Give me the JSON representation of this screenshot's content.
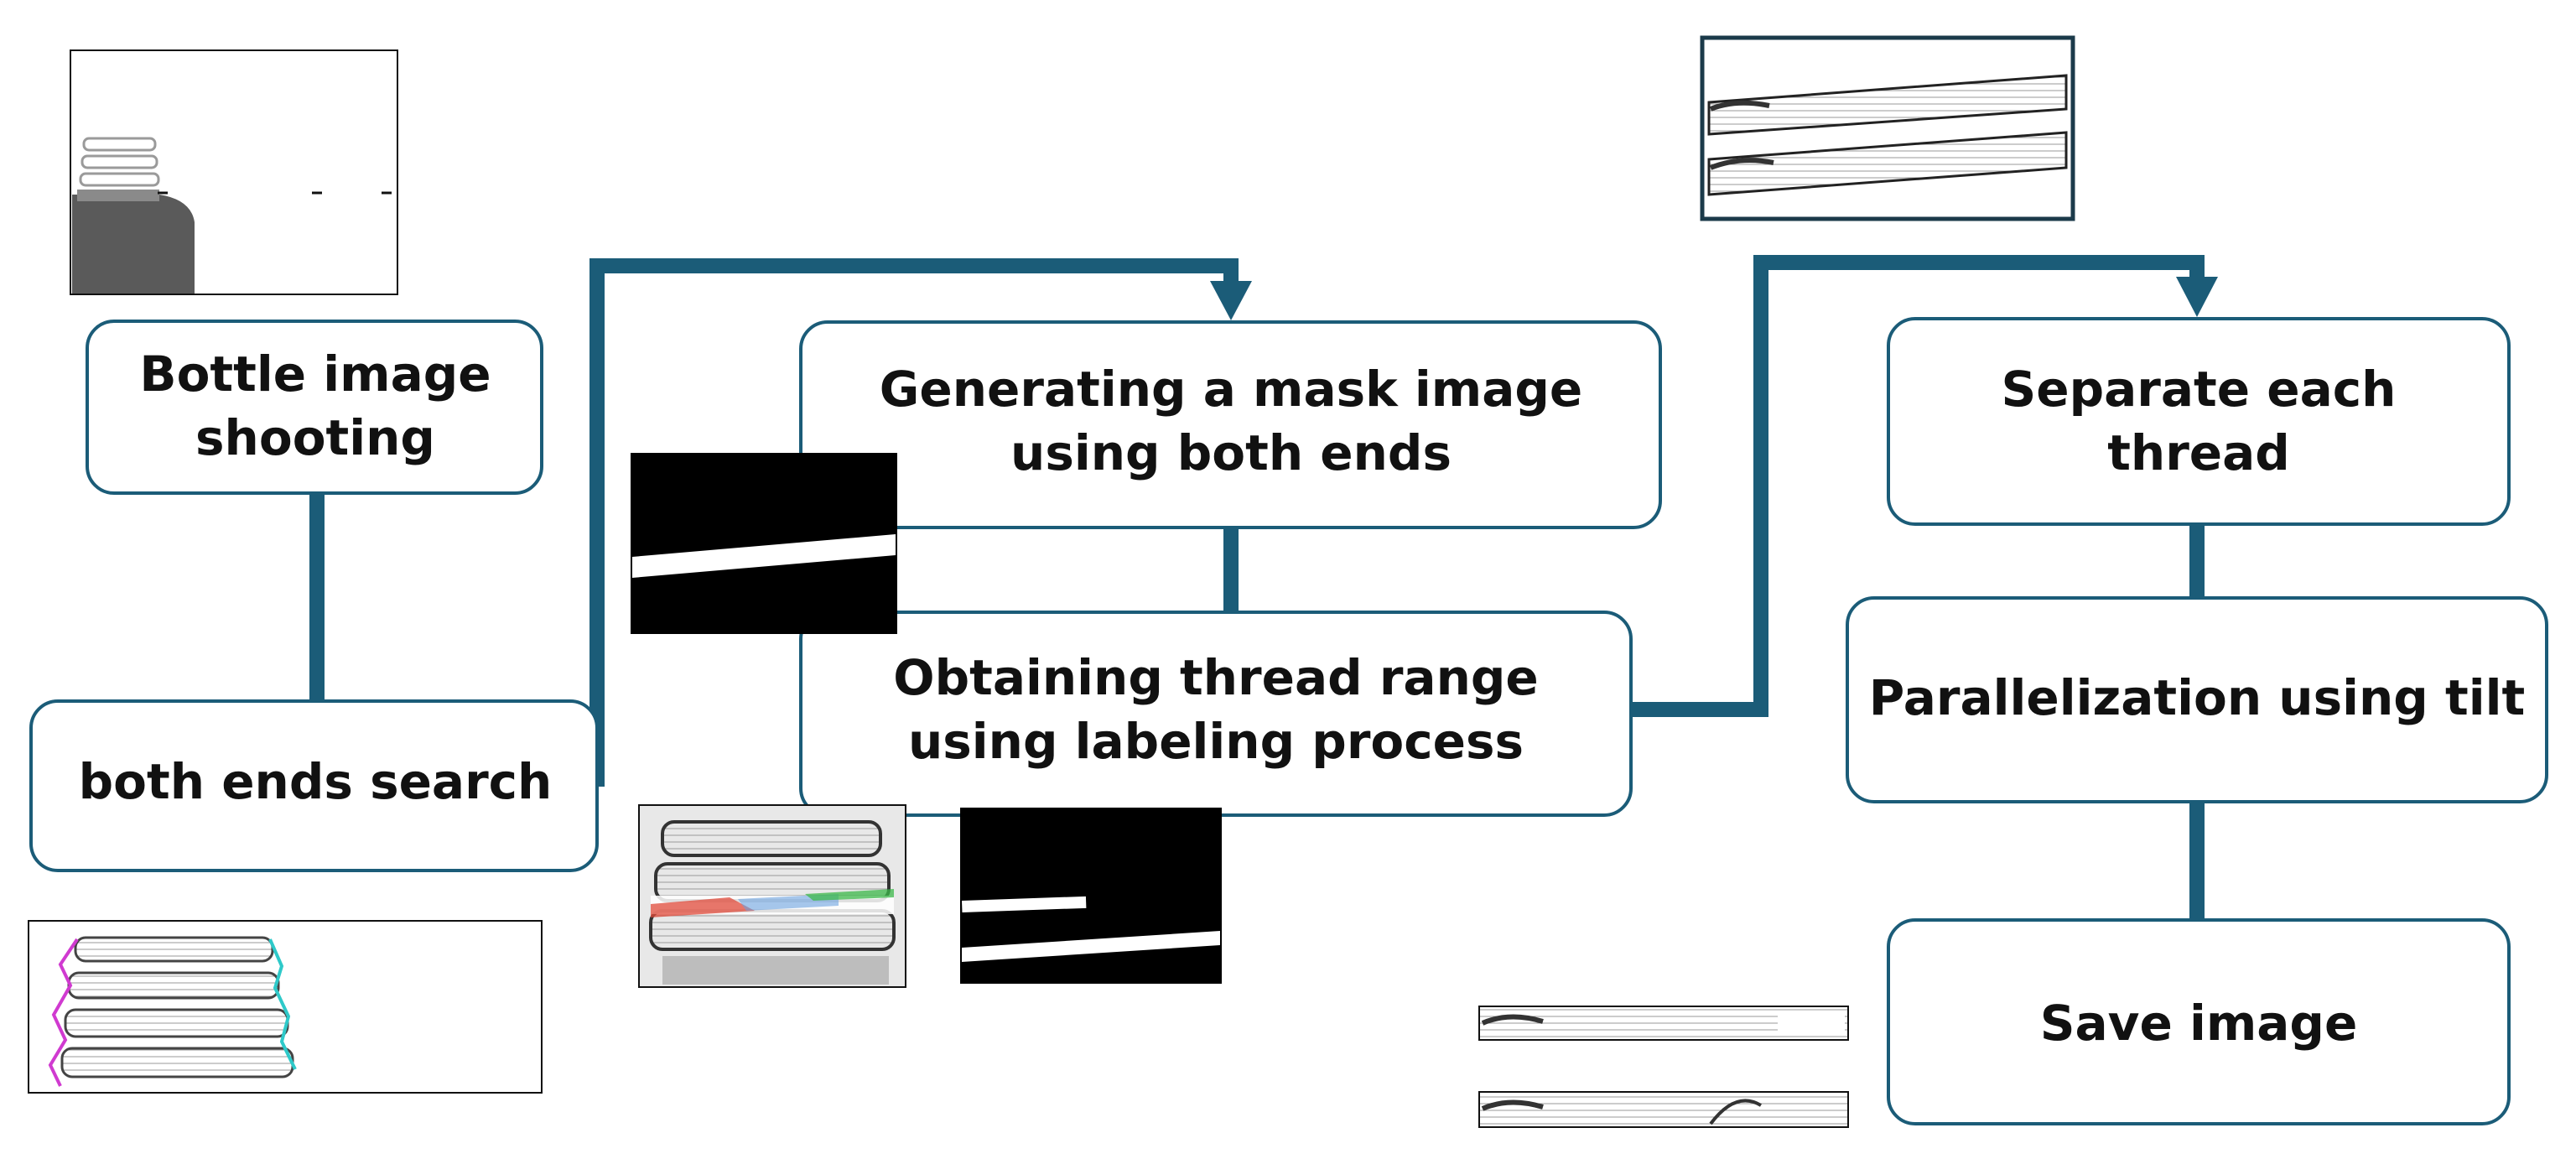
{
  "colors": {
    "connector": "#1b5c78",
    "box_border": "#1b5c78",
    "text": "#111111",
    "mask_background": "#000000",
    "mask_line": "#ffffff"
  },
  "steps": {
    "bottle": {
      "line1": "Bottle image",
      "line2": "shooting"
    },
    "search": {
      "line1": "both ends search"
    },
    "mask": {
      "line1": "Generating a mask image",
      "line2": "using both ends"
    },
    "labeling": {
      "line1": "Obtaining thread range",
      "line2": "using labeling process"
    },
    "separate": {
      "line1": "Separate each",
      "line2": "thread"
    },
    "parallel": {
      "line1": "Parallelization using tilt"
    },
    "save": {
      "line1": "Save image"
    }
  },
  "thumbnails": [
    {
      "name": "bottle-photo-thumbnail",
      "depicts": "grayscale photo of bottle neck"
    },
    {
      "name": "both-ends-detection-thumbnail",
      "depicts": "thread edges marked in magenta and cyan"
    },
    {
      "name": "single-mask-thumbnail",
      "depicts": "black image with one white tilted band"
    },
    {
      "name": "labeled-threads-thumbnail",
      "depicts": "bottle threads with colored labeling overlay"
    },
    {
      "name": "double-mask-thumbnail",
      "depicts": "black image with two white bands"
    },
    {
      "name": "separated-threads-thumbnail",
      "depicts": "two tilted thread strips"
    },
    {
      "name": "saved-thread-strip-1",
      "depicts": "first straightened thread strip"
    },
    {
      "name": "saved-thread-strip-2",
      "depicts": "second straightened thread strip"
    }
  ]
}
